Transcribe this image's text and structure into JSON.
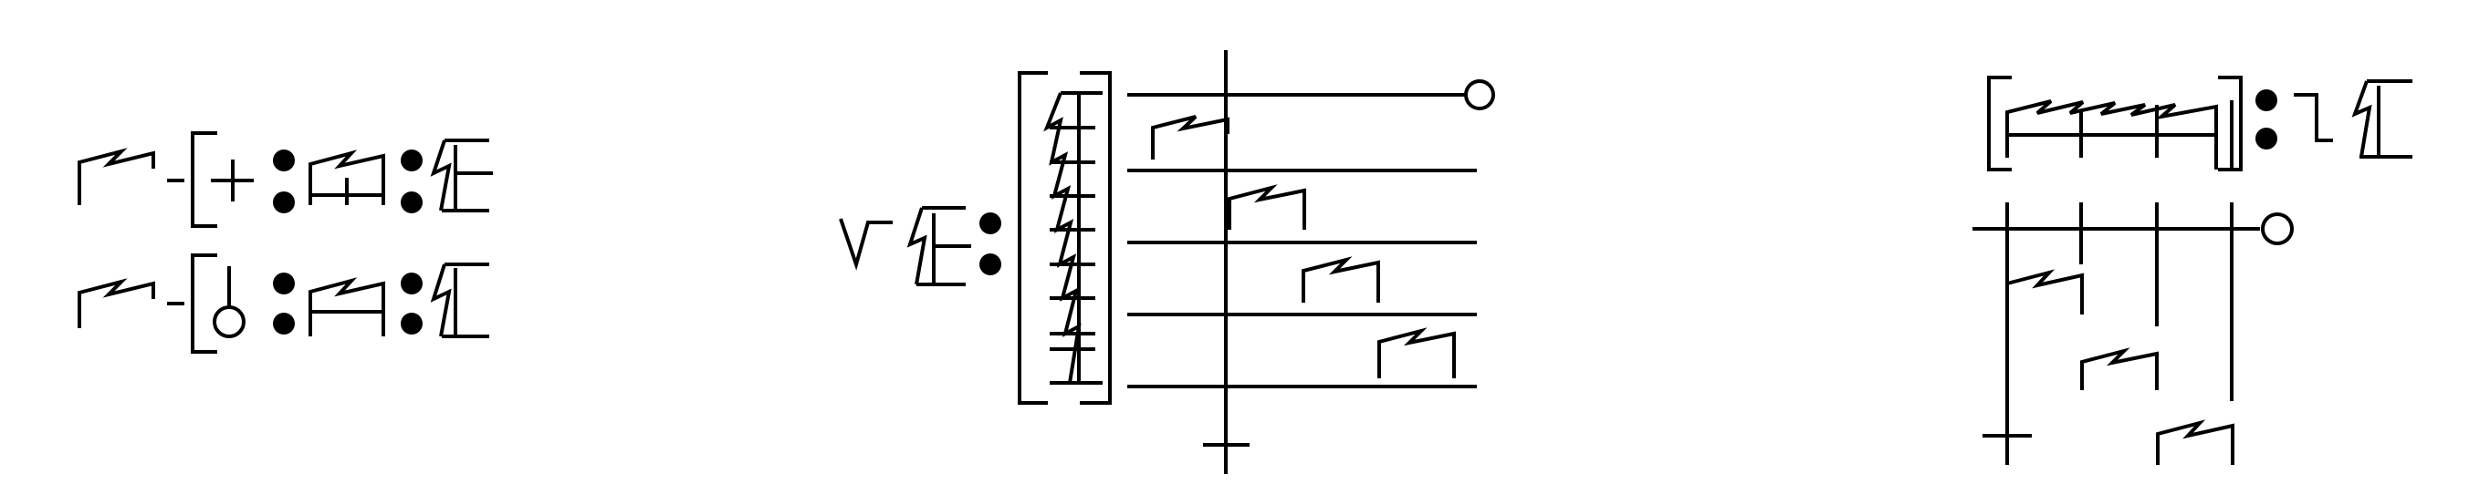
{
  "colors": {
    "ink": "#000000",
    "background": "#ffffff"
  },
  "figure": {
    "left_group": {
      "rows": 2
    },
    "center_group": {
      "rows": 5,
      "terminal": "open-circle"
    },
    "right_group": {
      "columns": 4,
      "terminal": "open-circle"
    }
  }
}
